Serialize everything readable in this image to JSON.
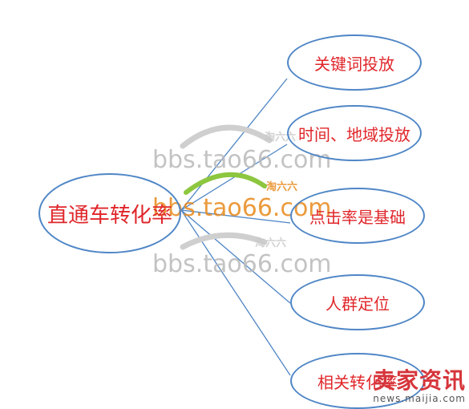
{
  "diagram": {
    "center": "直通车转化率",
    "branches": [
      "关键词投放",
      "时间、地域投放",
      "点击率是基础",
      "人群定位",
      "相关转化率"
    ]
  },
  "watermarks": {
    "site": "bbs.tao66.com",
    "site_cn": "淘六六"
  },
  "brand": {
    "name": "卖家资讯",
    "url": "news.maijia.com"
  },
  "colors": {
    "node_text": "#e0262a",
    "outline": "#4f86c6",
    "connector": "#4f86c6"
  }
}
